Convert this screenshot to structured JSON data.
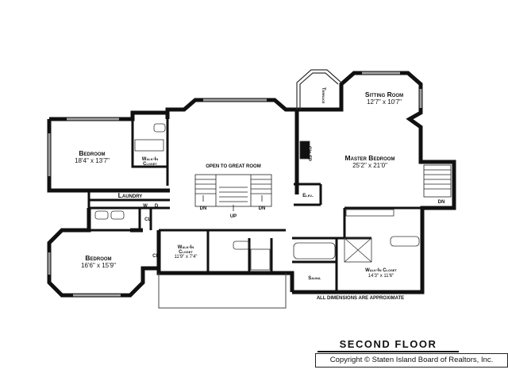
{
  "plan": {
    "title": "SECOND FLOOR",
    "copyright": "Copyright © Staten Island Board of Realtors, Inc.",
    "note": "ALL DIMENSIONS ARE APPROXIMATE",
    "rooms": {
      "sitting_room": {
        "name": "Sitting Room",
        "dims": "12'7\" x 10'7\""
      },
      "terrace": {
        "name": "Terrace"
      },
      "master_bedroom": {
        "name": "Master Bedroom",
        "dims": "25'2\" x 21'0\""
      },
      "bedroom_1": {
        "name": "Bedroom",
        "dims": "18'4\" x 13'7\""
      },
      "walk_in_closet_1": {
        "name_line1": "Walk-In",
        "name_line2": "Closet"
      },
      "open_to_great_room": {
        "name": "OPEN TO GREAT ROOM"
      },
      "laundry": {
        "name": "Laundry"
      },
      "washer": {
        "name": "W"
      },
      "dryer": {
        "name": "D"
      },
      "closet_1": {
        "name": "CL."
      },
      "bedroom_2": {
        "name": "Bedroom",
        "dims": "16'6\" x 15'9\""
      },
      "closet_2": {
        "name": "CL."
      },
      "walk_in_closet_2": {
        "name_line1": "Walk-In",
        "name_line2": "Closet",
        "dims": "11'9\" x 7'4\""
      },
      "elevator": {
        "name": "Elev."
      },
      "sauna": {
        "name": "Sauna"
      },
      "walk_in_closet_3": {
        "name": "Walk-In Closet",
        "dims": "14'3\" x 11'6\""
      },
      "chimney": {
        "name": "Clo.FP"
      }
    },
    "stairs": {
      "dn_left": "DN",
      "up": "UP",
      "dn_right": "DN",
      "dn_master": "DN"
    }
  }
}
